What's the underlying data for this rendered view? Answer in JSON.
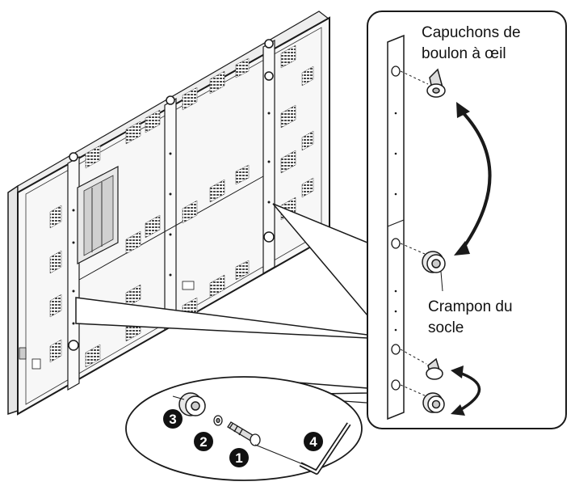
{
  "labels": {
    "eye_bolt_caps_line1": "Capuchons de",
    "eye_bolt_caps_line2": "boulon à œil",
    "stand_clamp_line1": "Crampon du",
    "stand_clamp_line2": "socle"
  },
  "parts": {
    "n1": "1",
    "n2": "2",
    "n3": "3",
    "n4": "4"
  },
  "colors": {
    "line": "#1a1a1a",
    "panel_back": "#f7f7f7",
    "panel_edge": "#e0e0e0",
    "vent": "#555555",
    "badge": "#111111"
  }
}
